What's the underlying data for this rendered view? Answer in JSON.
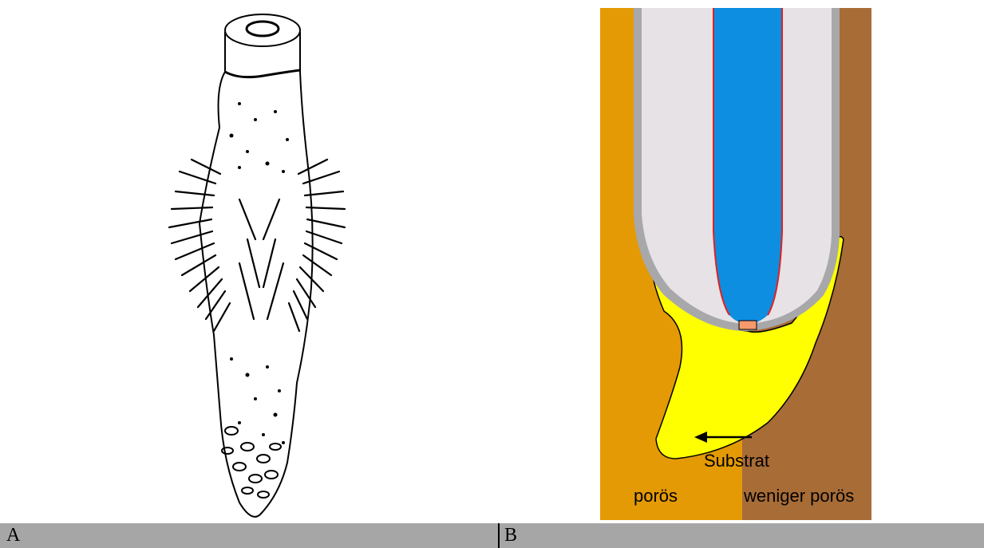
{
  "panels": {
    "a": {
      "caption": "A"
    },
    "b": {
      "caption": "B",
      "labels": {
        "substrate": "Substrat",
        "porous": "porös",
        "less_porous": "weniger porös"
      }
    }
  },
  "colors": {
    "porous_soil": "#e39a05",
    "less_porous_soil": "#a86c37",
    "root_tissue": "#e6e2e6",
    "root_edge": "#a8a8ab",
    "vascular": "#0d8ee0",
    "vascular_border": "#e02020",
    "mucilage": "#ffff00",
    "quiescent_center": "#f59a6c",
    "caption_bar": "#a6a6a6"
  },
  "icons": {
    "panel_a": "root-hair-illustration",
    "panel_b_arrow": "left-arrow"
  }
}
